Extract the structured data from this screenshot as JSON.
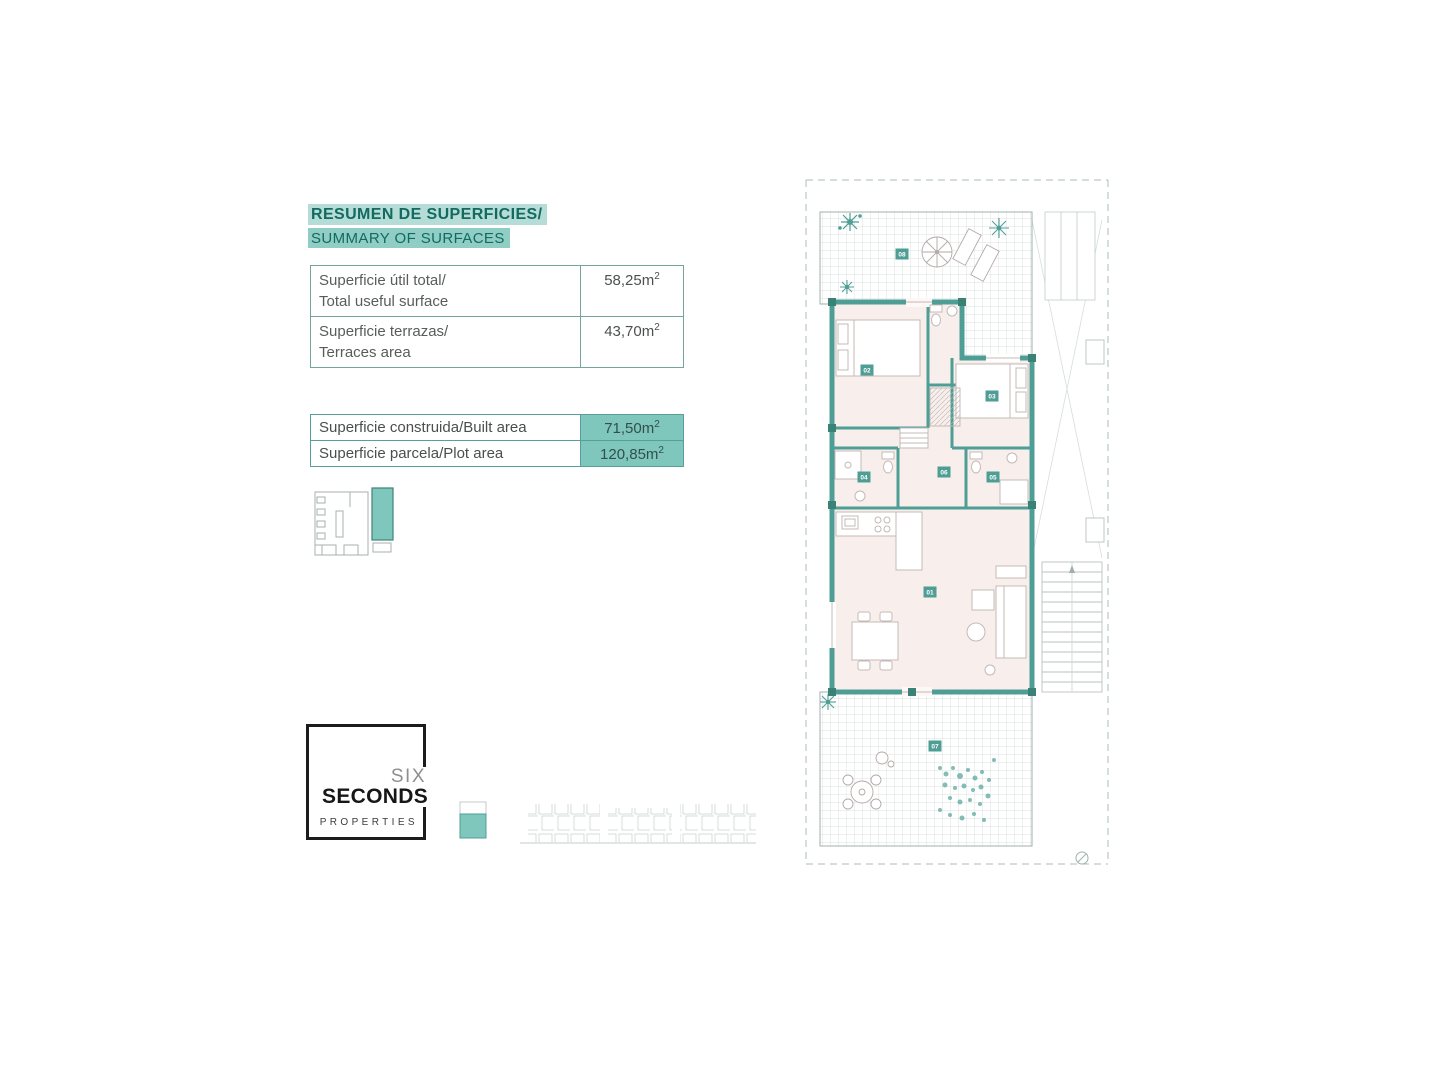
{
  "header": {
    "title_es": "RESUMEN DE SUPERFICIES/",
    "title_en": "SUMMARY OF SURFACES"
  },
  "surfaces_table": {
    "rows": [
      {
        "label_es": "Superficie útil total/",
        "label_en": "Total useful surface",
        "value": "58,25m",
        "sup": "2"
      },
      {
        "label_es": "Superficie terrazas/",
        "label_en": "Terraces area",
        "value": "43,70m",
        "sup": "2"
      }
    ]
  },
  "built_table": {
    "rows": [
      {
        "label": "Superficie construida/Built area",
        "value": "71,50m",
        "sup": "2"
      },
      {
        "label": "Superficie parcela/Plot area",
        "value": "120,85m",
        "sup": "2"
      }
    ]
  },
  "logo": {
    "six": "SIX",
    "seconds": "SECONDS",
    "properties": "PROPERTIES"
  },
  "floorplan": {
    "rooms": [
      "01",
      "02",
      "03",
      "04",
      "05",
      "06",
      "07",
      "08"
    ]
  },
  "colors": {
    "teal_wall": "#4f9e95",
    "teal_fill": "#7fc6bd",
    "title_highlight": "#8fcdc5",
    "floor_pink": "#f8efec",
    "logo_black": "#1c1c1a"
  }
}
